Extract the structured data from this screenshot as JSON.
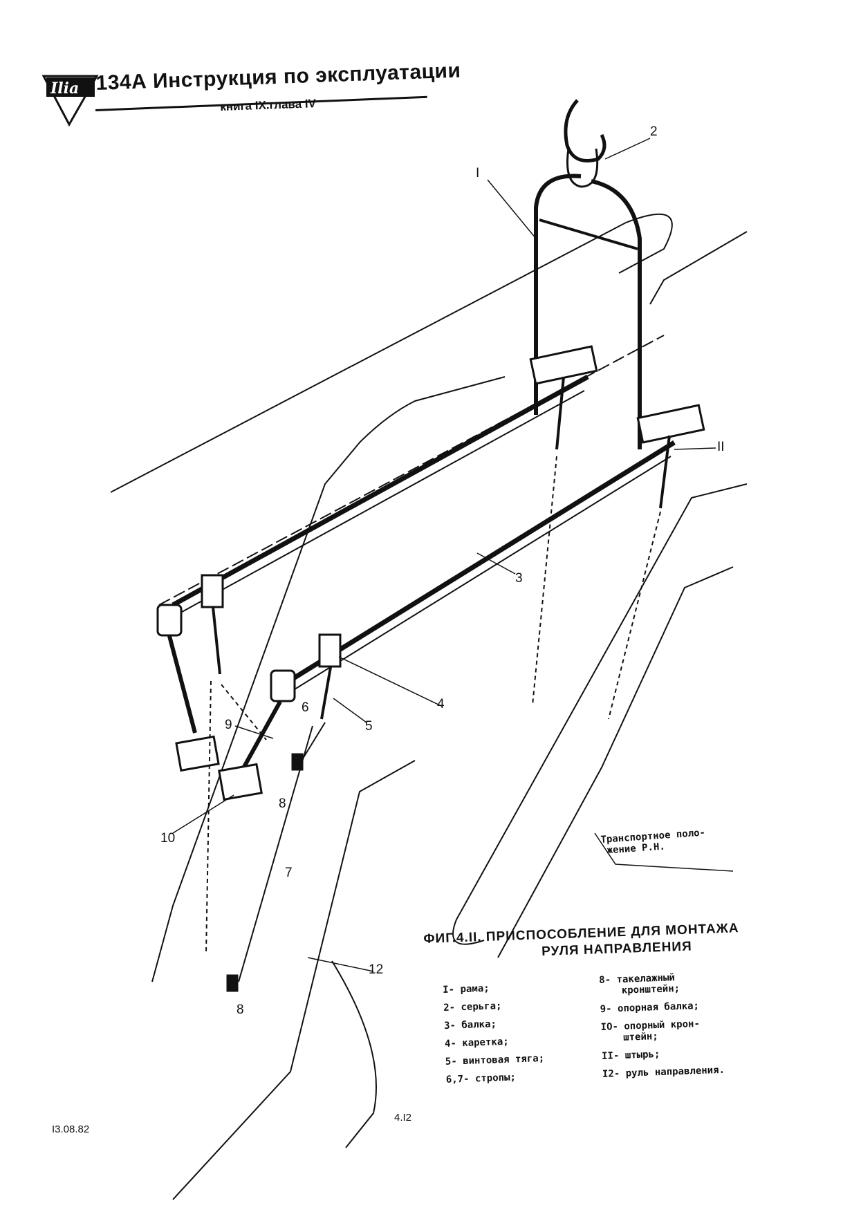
{
  "header": {
    "title": "134А Инструкция по эксплуатации",
    "subtitle": "книга IX.глава IV"
  },
  "figure": {
    "callouts": [
      "2",
      "I",
      "II",
      "3",
      "4",
      "5",
      "6",
      "9",
      "8",
      "10",
      "7",
      "12",
      "8"
    ],
    "note_line1": "Транспортное поло-",
    "note_line2": "жение Р.Н."
  },
  "caption": {
    "line1": "ФИГ.4.II. ПРИСПОСОБЛЕНИЕ ДЛЯ МОНТАЖА",
    "line2": "РУЛЯ НАПРАВЛЕНИЯ"
  },
  "legend_left": [
    "I- рама;",
    "2- серьга;",
    "3- балка;",
    "4- каретка;",
    "5- винтовая тяга;",
    "6,7- стропы;"
  ],
  "legend_right": [
    "8- такелажный",
    "кронштейн;",
    "9- опорная балка;",
    "IO- опорный крон-",
    "штейн;",
    "II- штырь;",
    "I2- руль направления."
  ],
  "footer": {
    "date": "I3.08.82",
    "page": "4.I2"
  }
}
